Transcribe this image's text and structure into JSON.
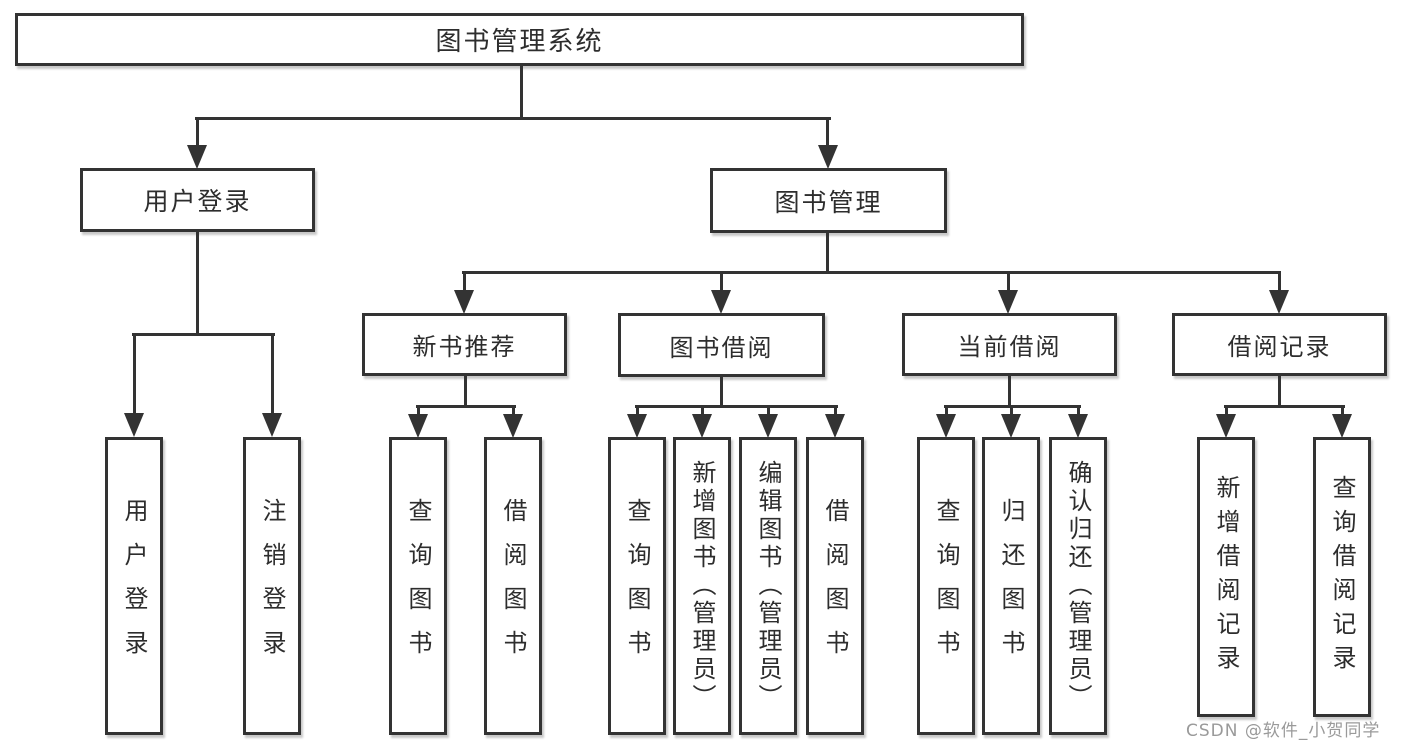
{
  "diagram": {
    "root": "图书管理系统",
    "level2": [
      "用户登录",
      "图书管理"
    ],
    "level3": [
      "新书推荐",
      "图书借阅",
      "当前借阅",
      "借阅记录"
    ],
    "leaf_groups": [
      {
        "parent": "用户登录",
        "children": [
          "用户登录",
          "注销登录"
        ]
      },
      {
        "parent": "新书推荐",
        "children": [
          "查询图书",
          "借阅图书"
        ]
      },
      {
        "parent": "图书借阅",
        "children": [
          "查询图书",
          "新增图书（管理员）",
          "编辑图书（管理员）",
          "借阅图书"
        ]
      },
      {
        "parent": "当前借阅",
        "children": [
          "查询图书",
          "归还图书",
          "确认归还（管理员）"
        ]
      },
      {
        "parent": "借阅记录",
        "children": [
          "新增借阅记录",
          "查询借阅记录"
        ]
      }
    ]
  },
  "watermark": "CSDN @软件_小贺同学",
  "colors": {
    "line": "#333333",
    "box_border": "#333333",
    "background": "#ffffff",
    "watermark": "#9a9a9a"
  }
}
